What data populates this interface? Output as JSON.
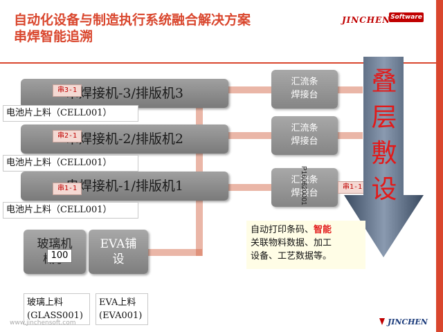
{
  "header": {
    "title_line1": "自动化设备与制造执行系统融合解决方案",
    "title_line2": "串焊智能追溯",
    "logo_text": "JINCHEN",
    "logo_badge": "Software"
  },
  "machines": [
    {
      "label": "串焊接机-3/排版机3",
      "tag": "串3-1",
      "feed_label": "电池片上料（CELL001）"
    },
    {
      "label": "串焊接机-2/排版机2",
      "tag": "串2-1",
      "feed_label": "电池片上料（CELL001）"
    },
    {
      "label": "串焊接机-1/排版机1",
      "tag": "串1-1",
      "feed_label": "电池片上料（CELL001）"
    }
  ],
  "stations": [
    {
      "label_line1": "汇流条",
      "label_line2": "焊接台"
    },
    {
      "label_line1": "汇流条",
      "label_line2": "焊接台"
    },
    {
      "label_line1": "汇流条",
      "label_line2": "焊接台"
    }
  ],
  "arrow": {
    "text": "叠层敷设",
    "color": "#e21a1a"
  },
  "serial_text": "P160620001",
  "info": {
    "line1_prefix": "自动打印条码、",
    "line1_highlight": "智能",
    "line2": "关联物料数据、加工",
    "line3": "设备、工艺数据等。"
  },
  "glass_machine": {
    "line1": "玻璃机",
    "line2": "械手",
    "counter": "100"
  },
  "eva_machine": {
    "line1": "EVA铺",
    "line2": "设"
  },
  "feeds": {
    "glass_line1": "玻璃上料",
    "glass_line2": "(GLASS001)",
    "eva_line1": "EVA上料",
    "eva_line2": "(EVA001)"
  },
  "footer": {
    "url": "www.jinchensoft.com",
    "logo_text": "JINCHEN"
  },
  "colors": {
    "accent": "#d9462d",
    "highlight": "#e21a1a"
  }
}
